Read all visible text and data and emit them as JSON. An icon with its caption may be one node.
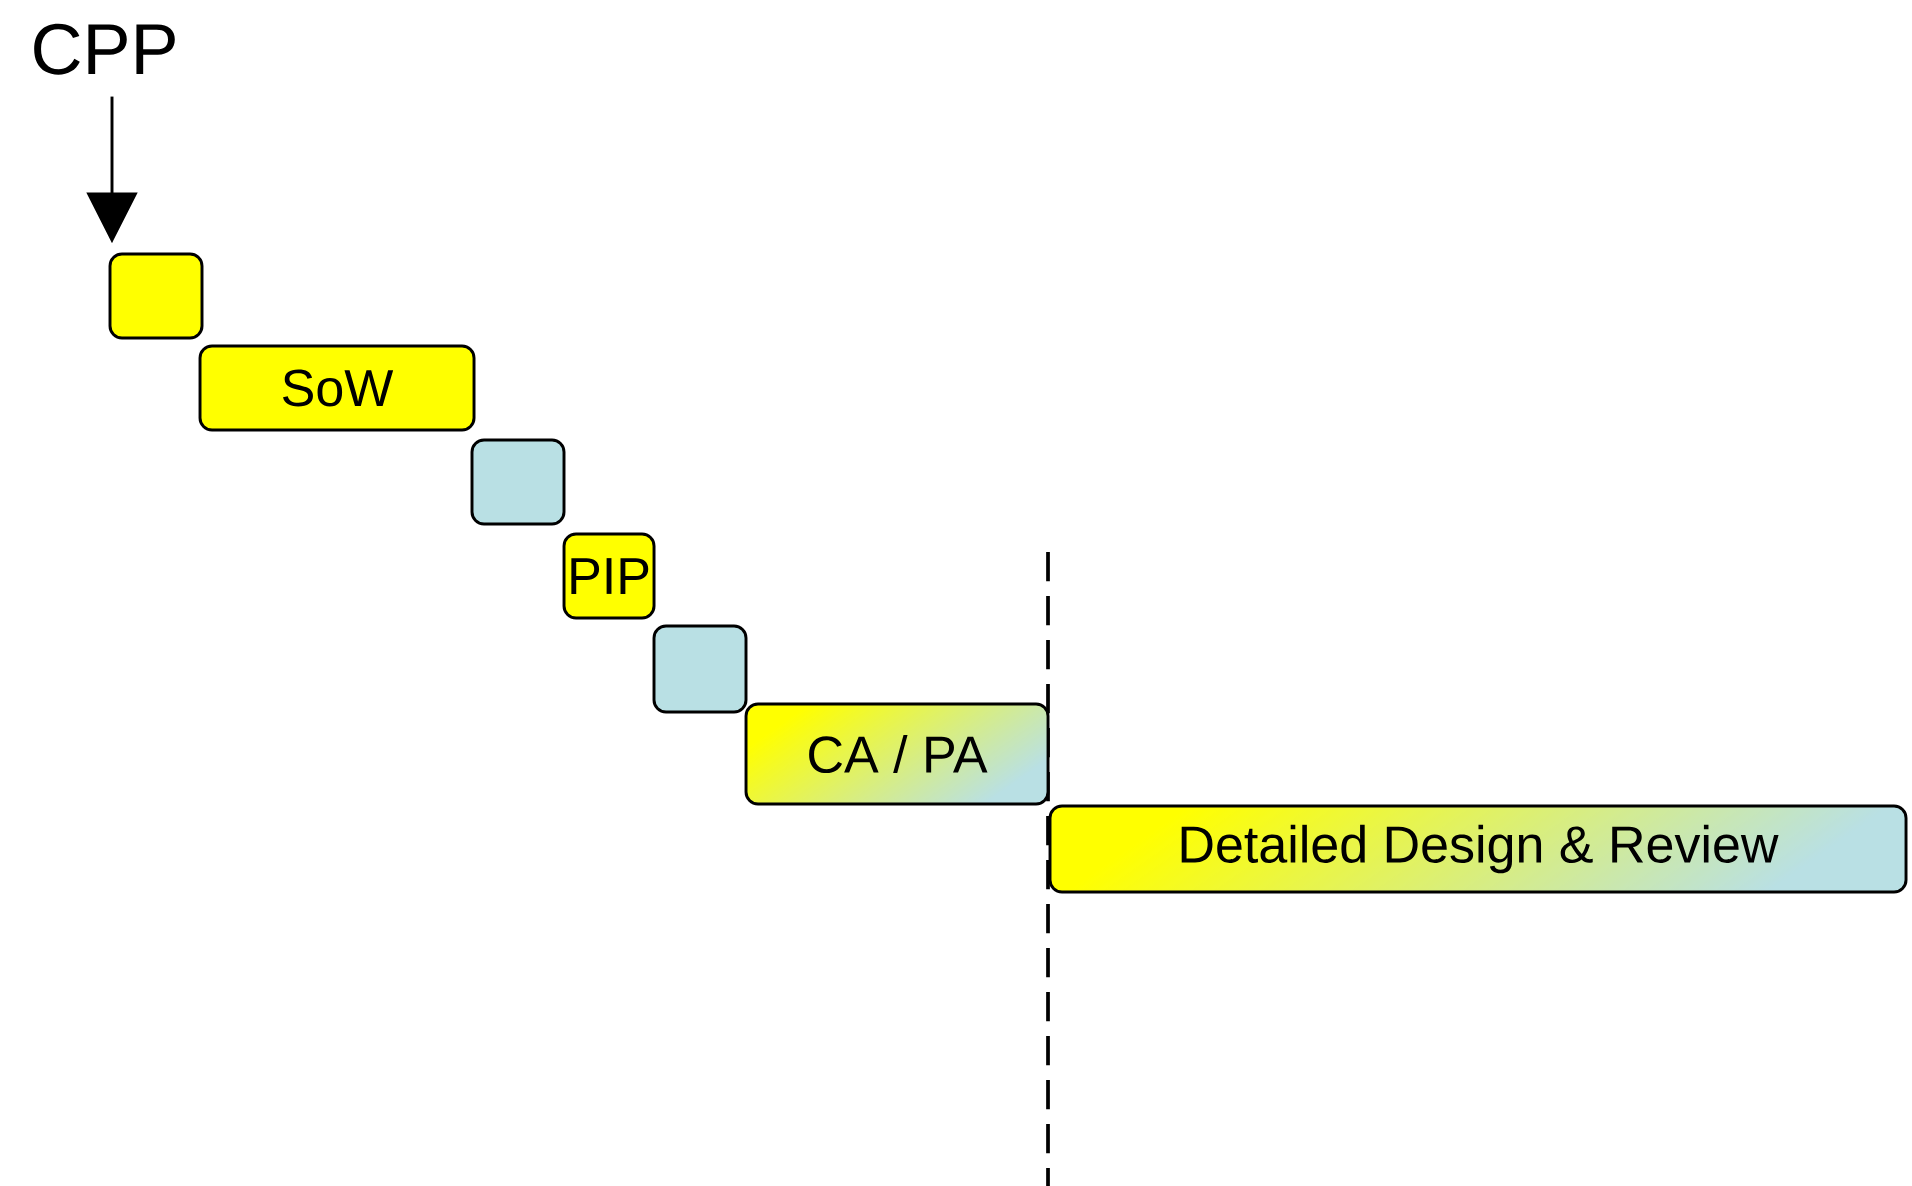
{
  "diagram": {
    "nodes": [
      {
        "text": [
          "CPP"
        ]
      },
      {
        "text": [],
        "shape": "box"
      },
      {
        "text": [
          "SoW"
        ]
      },
      {
        "text": [],
        "shape": "box"
      },
      {
        "text": [
          "PIP"
        ]
      },
      {
        "text": [],
        "shape": "box"
      },
      {
        "text": [
          "CA / PA"
        ]
      },
      {
        "text": [
          "Detailed Design & Review"
        ]
      }
    ],
    "edges": [
      {
        "from": 0,
        "to": 1,
        "arrow": "to"
      }
    ]
  }
}
